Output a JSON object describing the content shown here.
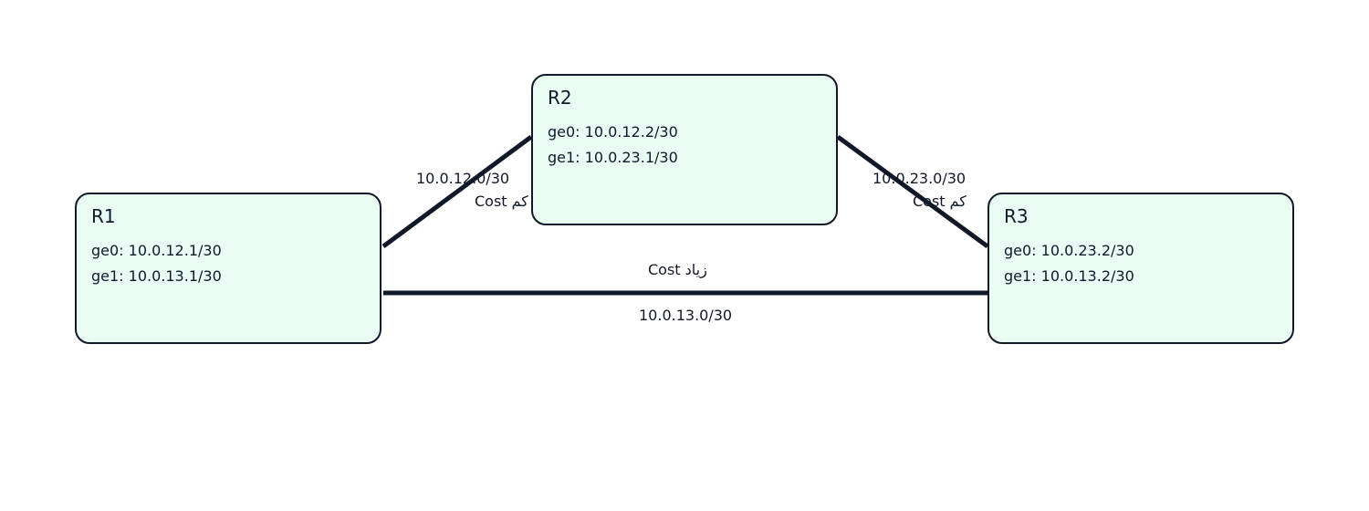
{
  "routers": [
    {
      "name": "R1",
      "interfaces": [
        "ge0: 10.0.12.1/30",
        "ge1: 10.0.13.1/30"
      ]
    },
    {
      "name": "R2",
      "interfaces": [
        "ge0: 10.0.12.2/30",
        "ge1: 10.0.23.1/30"
      ]
    },
    {
      "name": "R3",
      "interfaces": [
        "ge0: 10.0.23.2/30",
        "ge1: 10.0.13.2/30"
      ]
    }
  ],
  "links": [
    {
      "subnet": "10.0.12.0/30",
      "cost": "Cost کم"
    },
    {
      "subnet": "10.0.23.0/30",
      "cost": "Cost کم"
    },
    {
      "subnet": "10.0.13.0/30",
      "cost": "Cost زیاد"
    }
  ],
  "colors": {
    "node_fill": "#eafbf3",
    "node_border": "#111827",
    "link": "#111827"
  }
}
